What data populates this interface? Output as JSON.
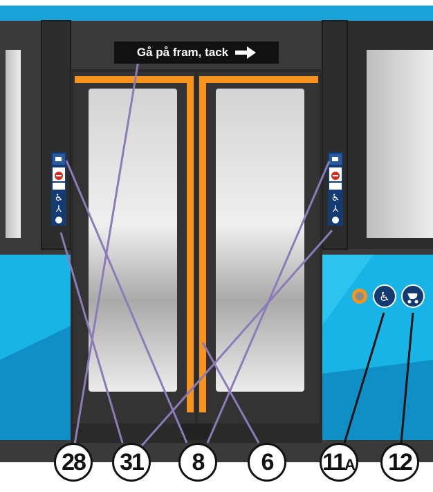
{
  "door_sign": {
    "text": "Gå på fram, tack",
    "arrow_icon": "arrow-right-icon"
  },
  "callouts": [
    {
      "label": "28",
      "suffix": ""
    },
    {
      "label": "31",
      "suffix": ""
    },
    {
      "label": "8",
      "suffix": ""
    },
    {
      "label": "6",
      "suffix": ""
    },
    {
      "label": "11",
      "suffix": "A"
    },
    {
      "label": "12",
      "suffix": ""
    }
  ],
  "exterior_icons": [
    "accessibility-button-icon",
    "wheelchair-icon",
    "stroller-icon"
  ],
  "sticker_icons": [
    "camera-icon",
    "no-entry-icon",
    "wheelchair-icon",
    "walker-icon",
    "stroller-icon"
  ],
  "colors": {
    "roof": "#1aa3d9",
    "body_blue": "#18b4e6",
    "body_blue_dark": "#0f8fc6",
    "frame": "#3a3a3a",
    "door": "#2f2f2f",
    "stripe": "#f7941d",
    "callout_line_purple": "#8b7bb8",
    "callout_line_black": "#111111",
    "icon_navy": "#143a72"
  }
}
